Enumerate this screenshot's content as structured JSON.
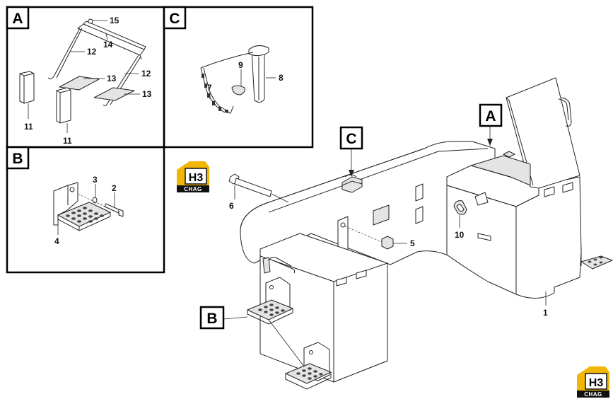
{
  "inset_labels": {
    "a": "A",
    "b": "B",
    "c": "C"
  },
  "callout_labels": {
    "a": "A",
    "b": "B",
    "c": "C"
  },
  "part_numbers": {
    "p1": "1",
    "p2": "2",
    "p3": "3",
    "p4": "4",
    "p5": "5",
    "p6": "6",
    "p7": "7",
    "p8": "8",
    "p9": "9",
    "p10": "10",
    "p11a": "11",
    "p11b": "11",
    "p12a": "12",
    "p12b": "12",
    "p13a": "13",
    "p13b": "13",
    "p14": "14",
    "p15": "15"
  },
  "logo": {
    "mark": "H3",
    "sub": "CHAG"
  },
  "colors": {
    "logo_yellow": "#f2b705",
    "logo_dark": "#111111"
  }
}
